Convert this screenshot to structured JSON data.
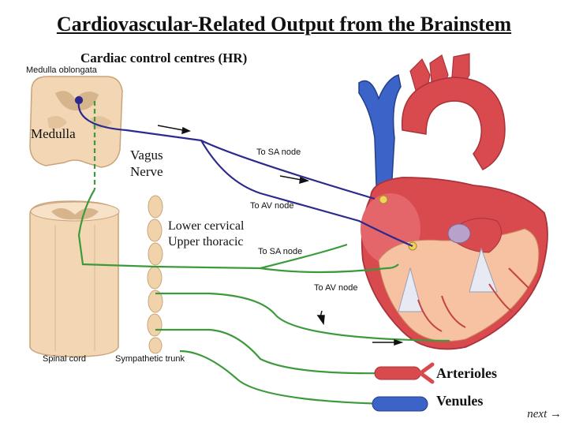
{
  "slide": {
    "title": "Cardiovascular-Related Output from the Brainstem",
    "next_label": "next →"
  },
  "labels": {
    "cardiac_control": "Cardiac control centres (HR)",
    "medulla_oblongata": "Medulla oblongata",
    "medulla": "Medulla",
    "vagus_line1": "Vagus",
    "vagus_line2": "Nerve",
    "to_sa_node_1": "To SA node",
    "to_av_node_1": "To AV node",
    "lower_cervical": "Lower cervical",
    "upper_thoracic": "Upper thoracic",
    "to_sa_node_2": "To SA node",
    "to_av_node_2": "To AV node",
    "spinal_cord": "Spinal cord",
    "sympathetic_trunk": "Sympathetic trunk",
    "arterioles": "Arterioles",
    "venules": "Venules"
  },
  "colors": {
    "parasympathetic": "#2a2a8f",
    "sympathetic": "#3c9a3c",
    "heart": "#d94a4f",
    "vein": "#3c64c8",
    "tissue": "#f3d6b4"
  }
}
